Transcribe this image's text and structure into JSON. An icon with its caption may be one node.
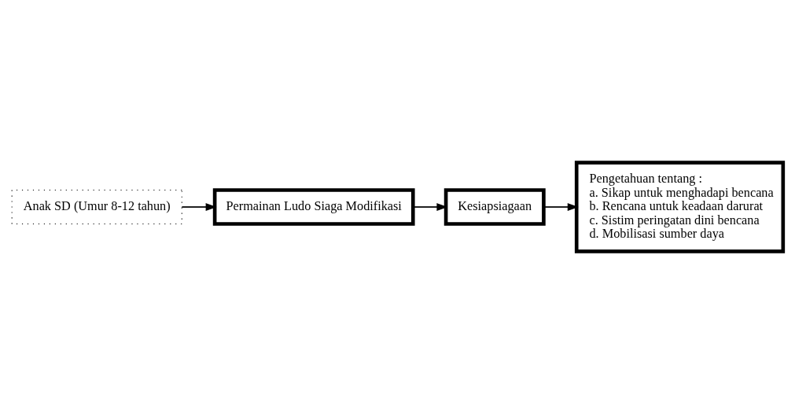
{
  "diagram": {
    "nodes": [
      {
        "text": [
          "Anak SD (Umur 8-12 tahun)"
        ]
      },
      {
        "text": [
          "Permainan Ludo Siaga Modifikasi"
        ]
      },
      {
        "text": [
          "Kesiapsiagaan"
        ]
      },
      {
        "text": [
          "Pengetahuan tentang :",
          "a. Sikap untuk menghadapi bencana",
          "b. Rencana untuk keadaan darurat",
          "c. Sistim peringatan dini bencana",
          "d. Mobilisasi sumber daya"
        ]
      }
    ],
    "edges": [
      {
        "from": 0,
        "to": 1,
        "arrow": "to"
      },
      {
        "from": 1,
        "to": 2,
        "arrow": "to"
      },
      {
        "from": 2,
        "to": 3,
        "arrow": "to"
      }
    ]
  }
}
